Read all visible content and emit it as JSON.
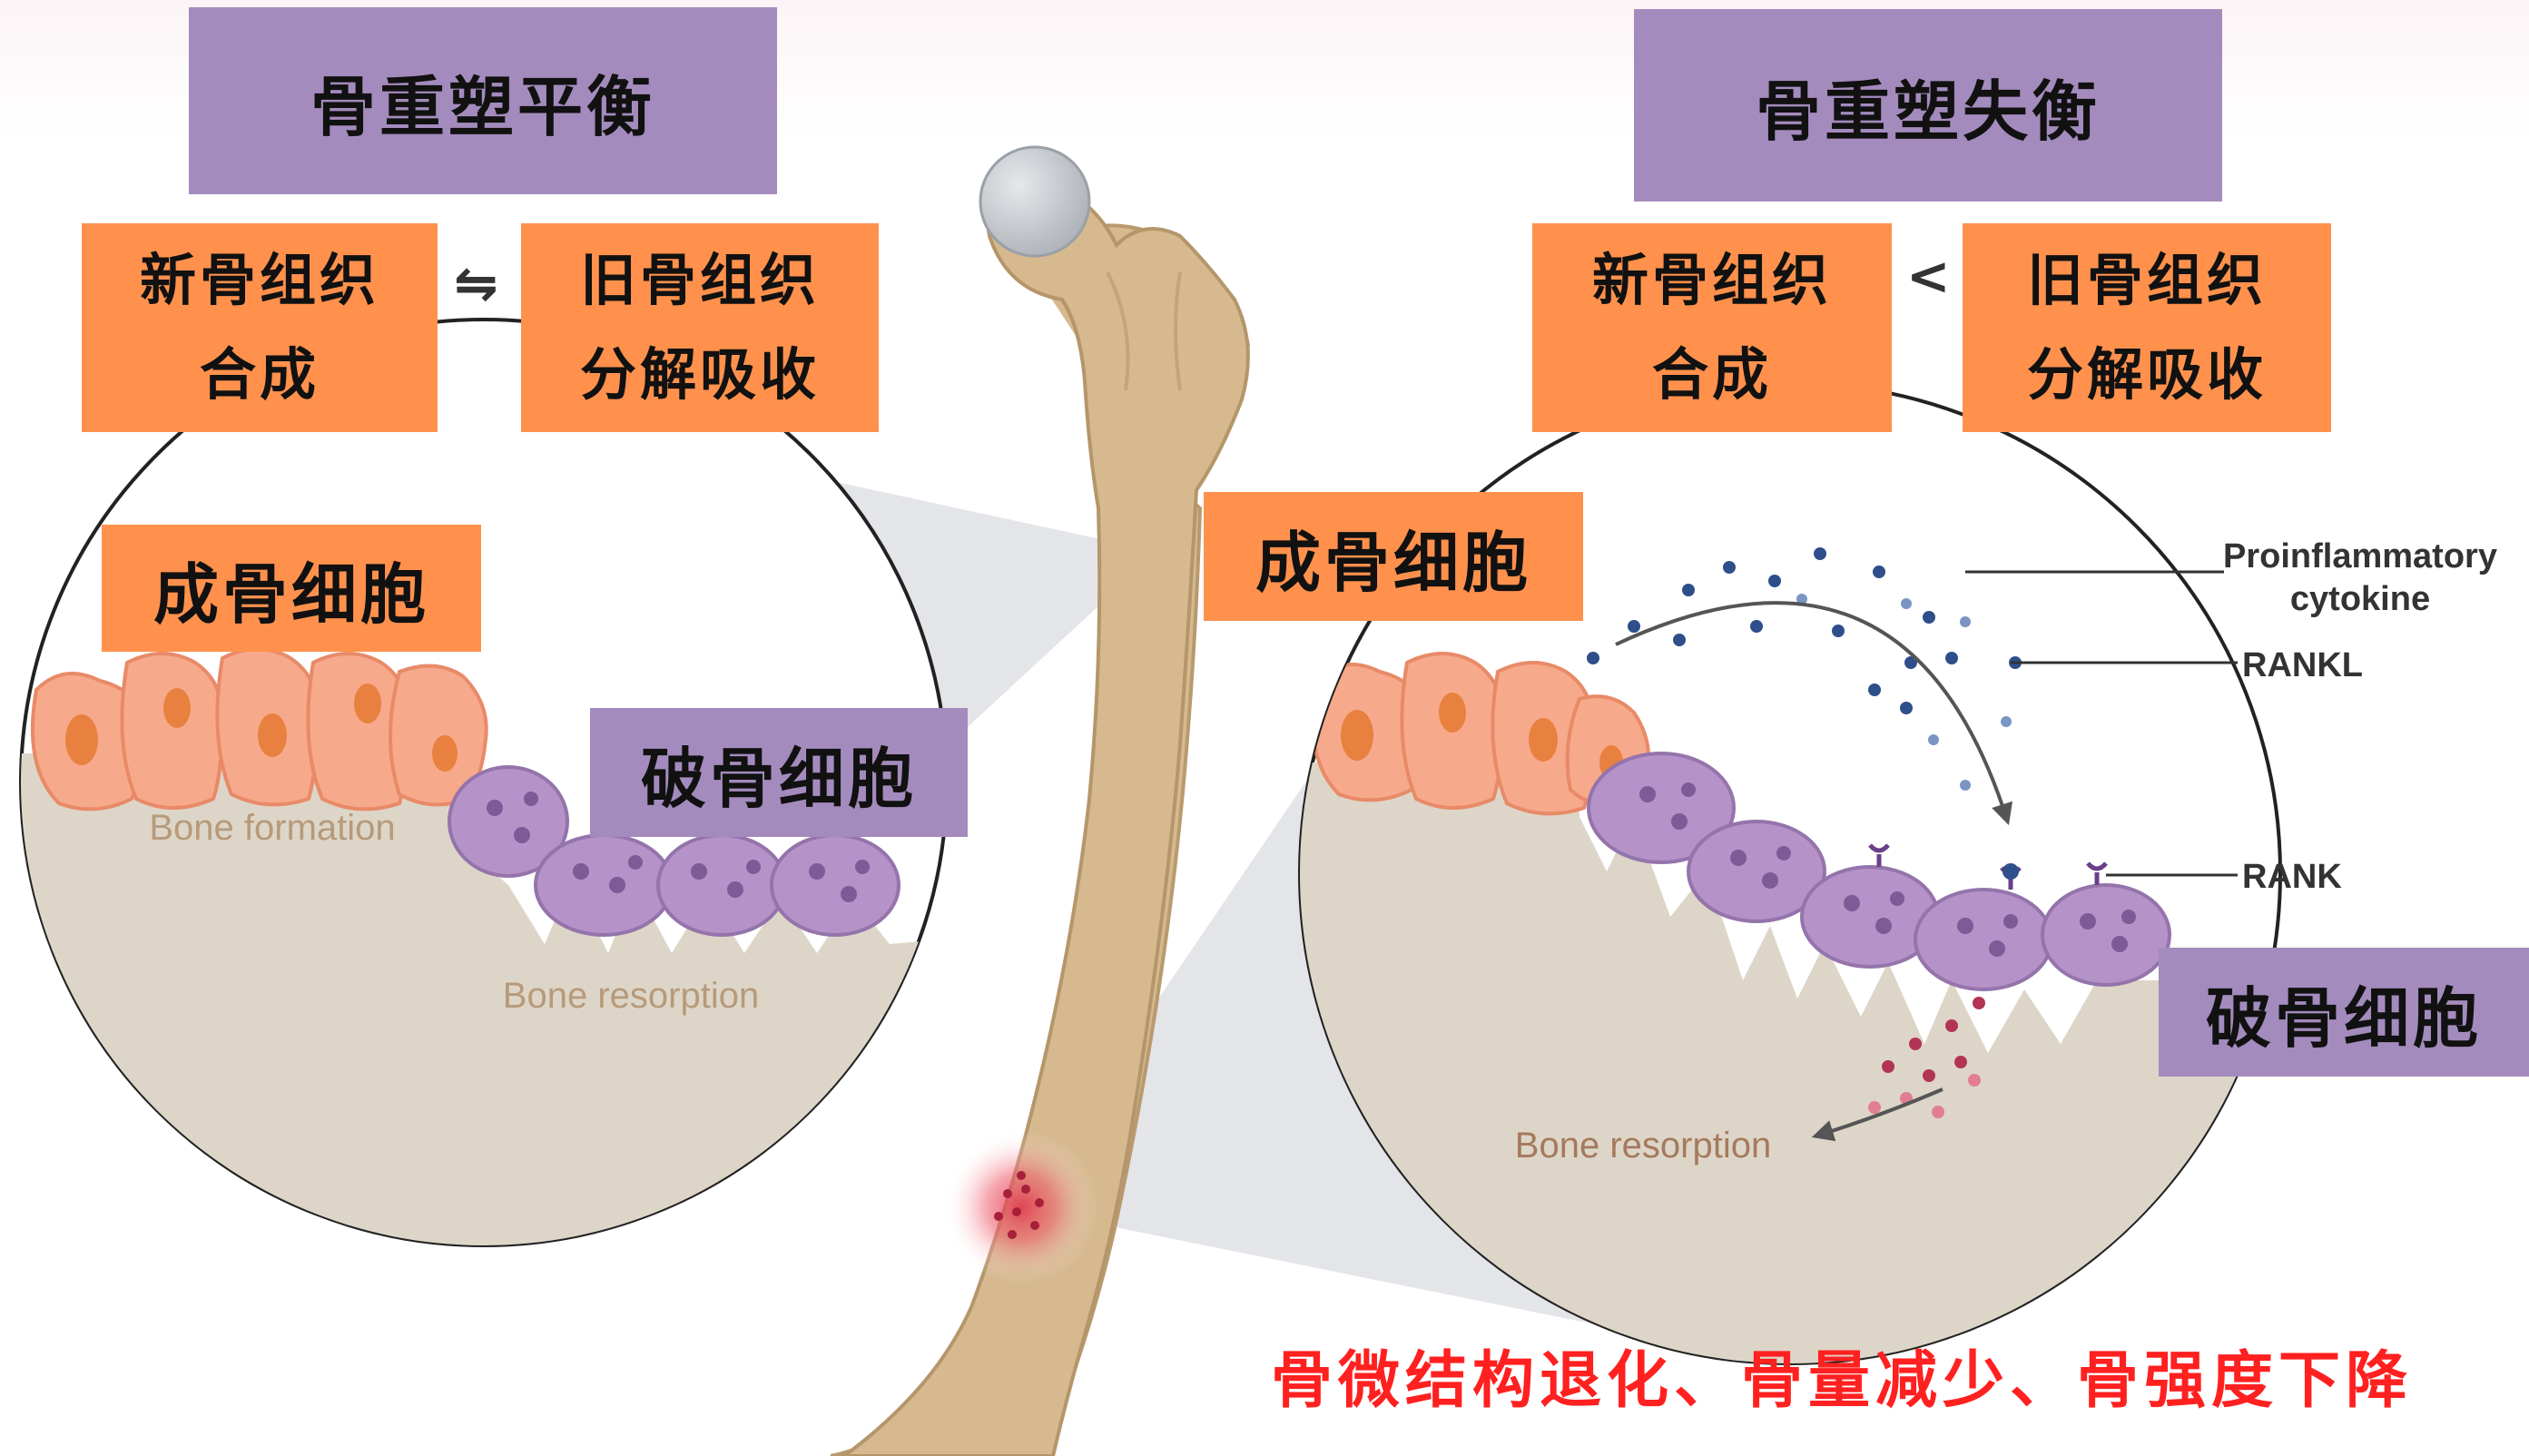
{
  "left_panel": {
    "title": "骨重塑平衡",
    "new_bone_line1": "新骨组织",
    "new_bone_line2": "合成",
    "relation": "⇋",
    "old_bone_line1": "旧骨组织",
    "old_bone_line2": "分解吸收",
    "osteoblast_label": "成骨细胞",
    "osteoclast_label": "破骨细胞",
    "bone_formation": "Bone formation",
    "bone_resorption": "Bone resorption"
  },
  "right_panel": {
    "title": "骨重塑失衡",
    "new_bone_line1": "新骨组织",
    "new_bone_line2": "合成",
    "relation": "<",
    "old_bone_line1": "旧骨组织",
    "old_bone_line2": "分解吸收",
    "osteoblast_label": "成骨细胞",
    "osteoclast_label": "破骨细胞",
    "cytokine_line1": "Proinflammatory",
    "cytokine_line2": "cytokine",
    "rankl": "RANKL",
    "rank": "RANK",
    "bone_resorption": "Bone resorption"
  },
  "footer": "骨微结构退化、骨量减少、骨强度下降",
  "colors": {
    "purple_box": "#a48bbd",
    "orange_box": "#ff914d",
    "bone": "#d6b98e",
    "bone_head": "#c9cdd2",
    "matrix": "#ddd6c8",
    "osteoblast": "#f7a98b",
    "osteoclast": "#b592c8",
    "cytokine": "#2e4f8a",
    "footer_text": "#ff2020"
  }
}
